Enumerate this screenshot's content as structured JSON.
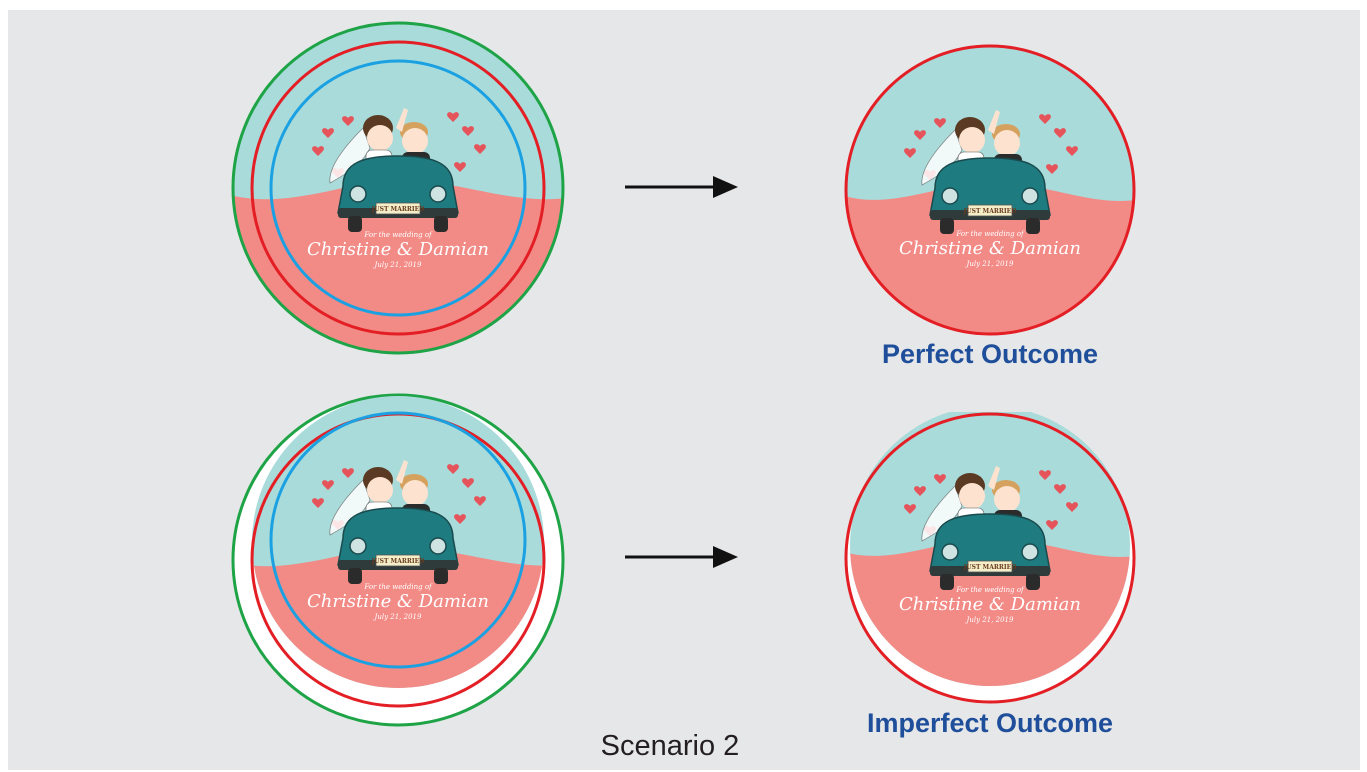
{
  "colors": {
    "background": "#e6e7e8",
    "sky": "#a9dbdb",
    "ground": "#f28a86",
    "bleed_line": "#1ea446",
    "cut_line": "#e31e24",
    "safe_line": "#1ba1e2",
    "car": "#1e7b80",
    "label_blue": "#1f4e9a",
    "arrow": "#111111"
  },
  "sticker": {
    "subtitle": "For the wedding of",
    "names": "Christine & Damian",
    "date": "July 21, 2019",
    "plate": "JUST MARRIED"
  },
  "rows": [
    {
      "id": "perfect",
      "label": "Perfect Outcome"
    },
    {
      "id": "imperfect",
      "label": "Imperfect Outcome"
    }
  ],
  "scenario_label": "Scenario 2"
}
